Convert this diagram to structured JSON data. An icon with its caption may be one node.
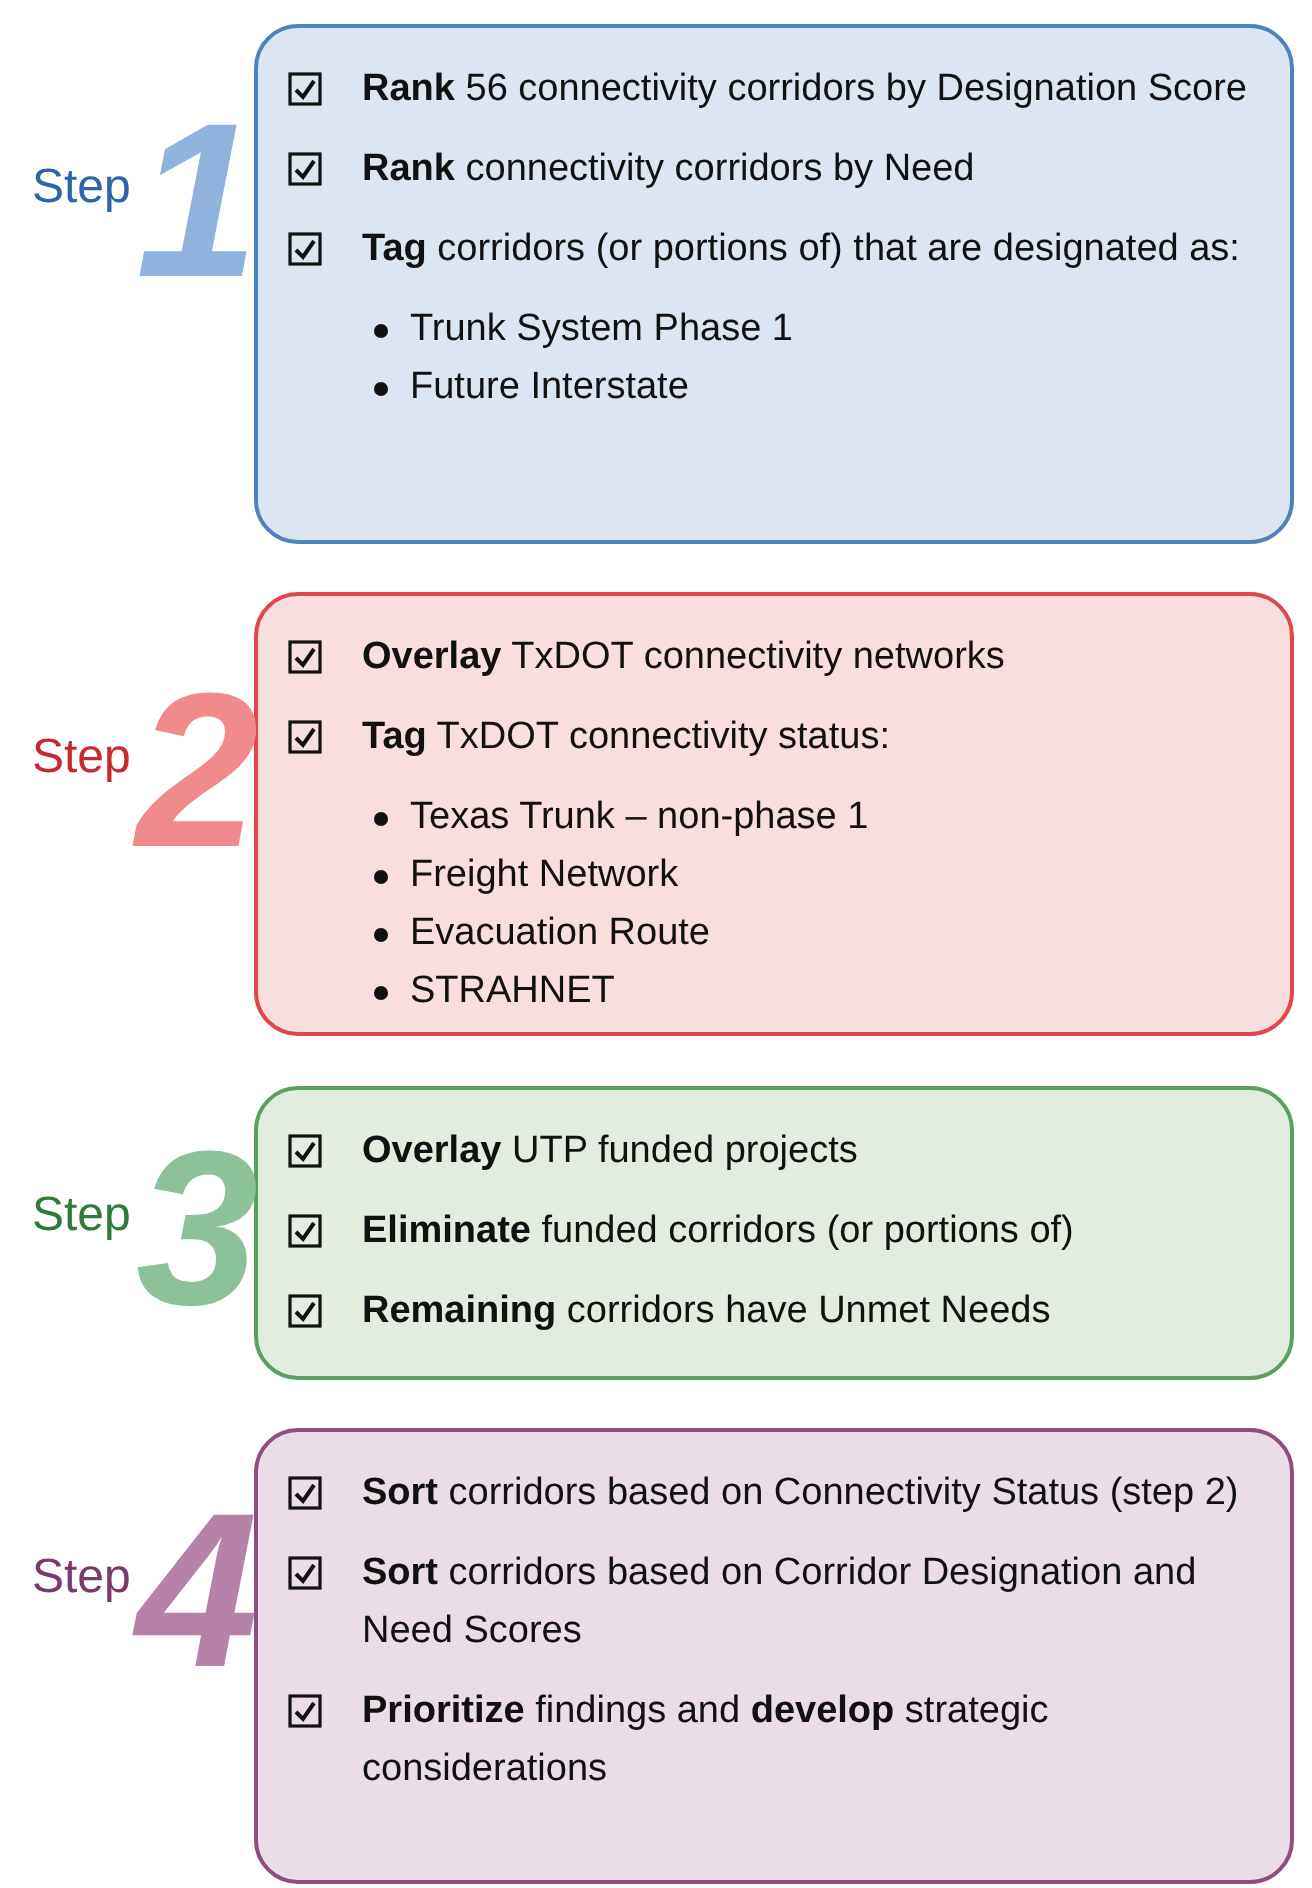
{
  "diagram": {
    "nodes": [
      {
        "text": [
          "**Rank** 56 connectivity corridors by Designation Score",
          "**Rank** connectivity corridors by Need",
          "**Tag** corridors (or portions of) that are designated as:",
          "Trunk System Phase 1",
          "Future Interstate"
        ],
        "beside": [
          "Step",
          "1"
        ]
      },
      {
        "text": [
          "**Overlay** TxDOT connectivity networks",
          "**Tag** TxDOT connectivity status:",
          "Texas Trunk – non-phase 1",
          "Freight Network",
          "Evacuation Route",
          "STRAHNET"
        ],
        "beside": [
          "Step",
          "2"
        ]
      },
      {
        "text": [
          "**Overlay** UTP funded projects",
          "**Eliminate** funded corridors (or portions of)",
          "**Remaining** corridors have Unmet Needs"
        ],
        "beside": [
          "Step",
          "3"
        ]
      },
      {
        "text": [
          "**Sort** corridors based on Connectivity Status (step 2)",
          "**Sort** corridors based on Corridor Designation and Need Scores",
          "**Prioritize** findings and **develop** strategic considerations"
        ],
        "beside": [
          "Step",
          "4"
        ]
      }
    ],
    "edges": []
  }
}
